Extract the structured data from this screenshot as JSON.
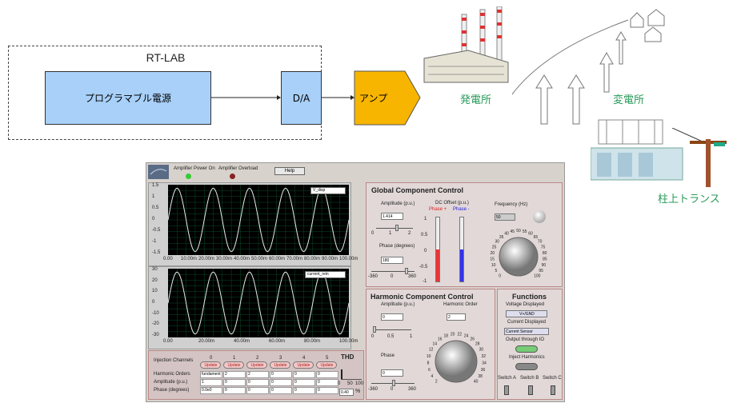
{
  "diagram": {
    "group_title": "RT-LAB",
    "block_prog": "プログラマブル電源",
    "block_da": "D/A",
    "block_amp": "アンプ",
    "label_plant": "発電所",
    "label_substation": "変電所",
    "label_transformer": "柱上トランス"
  },
  "panel": {
    "header": {
      "amp_power": "Amplifier Power On",
      "amp_fault": "Amplifier Overload",
      "help": "Help"
    },
    "scope1": {
      "legend": "V_disp",
      "yticks": [
        "1.5",
        "1",
        "0.5",
        "0",
        "-0.5",
        "-1",
        "-1.5"
      ]
    },
    "scope2": {
      "legend": "current_rein",
      "yticks": [
        "30",
        "20",
        "10",
        "0",
        "-10",
        "-20",
        "-30"
      ]
    },
    "xticks": [
      "0.00",
      "10.00m",
      "20.00m",
      "30.00m",
      "40.00m",
      "50.00m",
      "60.00m",
      "70.00m",
      "80.00m",
      "90.00m",
      "100.00m"
    ],
    "scope2_xticks": [
      "0.00",
      "20.00m",
      "40.00m",
      "60.00m",
      "80.00m",
      "100.00m"
    ],
    "global": {
      "title": "Global Component Control",
      "amplitude_label": "Amplitude (p.u.)",
      "amplitude_value": "1.414",
      "amp_ticks": [
        "0",
        "1",
        "2"
      ],
      "phase_label": "Phase (degrees)",
      "phase_value": "180",
      "phase_ticks": [
        "-360",
        "0",
        "360"
      ],
      "dc_label": "DC Offset (p.u.)",
      "dc_plus": "Phase +",
      "dc_minus": "Phase -",
      "dc_ticks": [
        "1",
        "0.5",
        "0",
        "-0.5",
        "-1"
      ],
      "freq_label": "Frequency (Hz)",
      "freq_value": "50",
      "freq_ticks": [
        "0",
        "5",
        "10",
        "15",
        "20",
        "25",
        "30",
        "35",
        "40",
        "45",
        "50",
        "55",
        "60",
        "65",
        "70",
        "75",
        "80",
        "85",
        "90",
        "95",
        "100"
      ]
    },
    "harmonic": {
      "title": "Harmonic Component Control",
      "amplitude_label": "Amplitude (p.u.)",
      "amplitude_value": "0",
      "amp_ticks": [
        "0",
        "0.5",
        "1"
      ],
      "order_label": "Harmonic Order",
      "order_value": "2",
      "phase_label": "Phase",
      "phase_value": "0",
      "phase_ticks": [
        "-360",
        "0",
        "360"
      ],
      "order_ticks": [
        "2",
        "4",
        "6",
        "8",
        "10",
        "12",
        "14",
        "16",
        "18",
        "20",
        "22",
        "24",
        "26",
        "28",
        "30",
        "32",
        "34",
        "36",
        "38",
        "40"
      ]
    },
    "functions": {
      "title": "Functions",
      "voltage_label": "Voltage Displayed",
      "voltage_value": "V+/GND",
      "current_label": "Current Displayed",
      "current_value": "Current Sensor",
      "output_label": "Output through IO",
      "inject_label": "Inject Harmonics",
      "switch_a": "Switch A",
      "switch_b": "Switch B",
      "switch_c": "Switch C"
    },
    "injection": {
      "row_labels": [
        "Injection Channels",
        "Harmonic Orders",
        "Amplitude (p.u.)",
        "Phase (degrees)"
      ],
      "channels": [
        "0",
        "1",
        "2",
        "3",
        "4",
        "5"
      ],
      "button_label": "Update",
      "orders": [
        "fundament",
        "2",
        "2",
        "0",
        "0",
        "0"
      ],
      "amps": [
        "1",
        "0",
        "0",
        "0",
        "0",
        "0"
      ],
      "phases": [
        "0.0e0",
        "0",
        "0",
        "0",
        "0",
        "0"
      ],
      "thd_label": "THD",
      "thd_ticks": [
        "0",
        "50",
        "100"
      ],
      "thd_value": "0.40"
    }
  }
}
